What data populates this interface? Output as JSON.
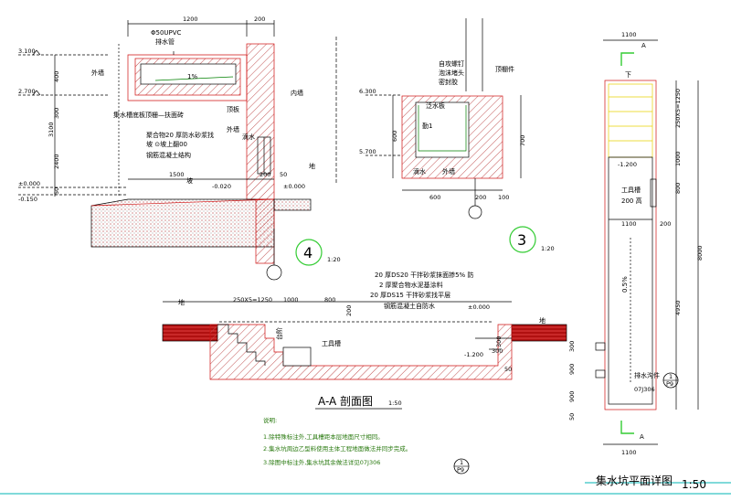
{
  "colors": {
    "line": "#000000",
    "red": "#d01010",
    "green_circle": "#33cc33",
    "yellow": "#e8d000",
    "cyan": "#00b4b4",
    "hatch": "#c05050",
    "note": "#2a7a10"
  },
  "detail4": {
    "dims_top": [
      "1200",
      "200"
    ],
    "pipe": "Φ50UPVC",
    "drain_pipe": "排水管",
    "outer_wall": "外墙",
    "inner_wall": "内墙",
    "slope": "1%",
    "elev_top": "3.100",
    "elev_mid": "2.700",
    "left_dims": [
      "400",
      "300",
      "3100",
      "2400",
      "50"
    ],
    "gutter_note": "集水槽底板顶栅—扶面砖",
    "drip": "滴水",
    "top_beam": "顶板",
    "outer_wall2": "外墙",
    "waterproof1": "聚合物20 厚防水砂浆找",
    "waterproof2": "坡 ⊙坡上翻00",
    "concrete": "钢筋混凝土结构",
    "floor_dim": "1500",
    "small_dims": [
      "200",
      "50"
    ],
    "ground": "地",
    "elev_zero": "±0.000",
    "elev_neg": "-0.150",
    "elev_020": "-0.020",
    "elev_zero2": "±0.000",
    "slope_label": "坡",
    "circle": "4",
    "scale": "1:20"
  },
  "detail3": {
    "labels": [
      "自攻螺钉",
      "泡沫堵头",
      "密封胶",
      "顶棚件",
      "泛水板"
    ],
    "water_label": "勤1",
    "drip": "滴水",
    "outer_wall": "外墙",
    "elev_top": "6.300",
    "elev_low": "5.700",
    "left_dim": "600",
    "right_dim": "700",
    "bottom_dims": [
      "600",
      "200",
      "100"
    ],
    "circle": "3",
    "scale": "1:20"
  },
  "section": {
    "layers": [
      "20 厚DS20 干拌砂浆抹面掺5% 防",
      "2 厚聚合物水泥基涂料",
      "20 厚DS15 干拌砂浆找平层",
      "钢筋混凝土自防水"
    ],
    "top_dims": [
      "250X5=1250",
      "1000",
      "800",
      "200"
    ],
    "ground_left": "地",
    "ground_right": "地",
    "elev_zero": "±0.000",
    "elev_neg": "-1.200",
    "well": "工具槽",
    "steps": "台阶",
    "right_dims": [
      "300",
      "300",
      "50"
    ],
    "title": "A-A  剖面图",
    "scale": "1:50",
    "notes_title": "说明:",
    "notes": [
      "1.除特殊标注外,工具槽距本层地面尺寸相同。",
      "2.集水坑周边乙型料使用主体工程地面做法并同步完成。",
      "3.除图中标注外,集水坑其余做法详见07J306"
    ],
    "ref_num": "1",
    "ref_sheet": "P9",
    "left_dims": [
      "300",
      "900",
      "900",
      "50"
    ]
  },
  "plan": {
    "top_dim": "1100",
    "a_label_top": "A",
    "a_label_bottom": "A",
    "steps_text": "下",
    "right_dims_outer": "8000",
    "right_dims_inner": [
      "250X5=1250",
      "1000",
      "800",
      "4950"
    ],
    "elev": "-1.200",
    "well": "工具槽",
    "well_dim": "200 高",
    "mid_dim": "1100",
    "mid_side": "200",
    "slope": "0.5%",
    "gutter": "排水沟件",
    "ref_num": "1",
    "ref_sheet": "P9",
    "ref_code": "07J306",
    "bottom_dim": "1100",
    "title": "集水坑平面详图",
    "scale": "1:50"
  }
}
